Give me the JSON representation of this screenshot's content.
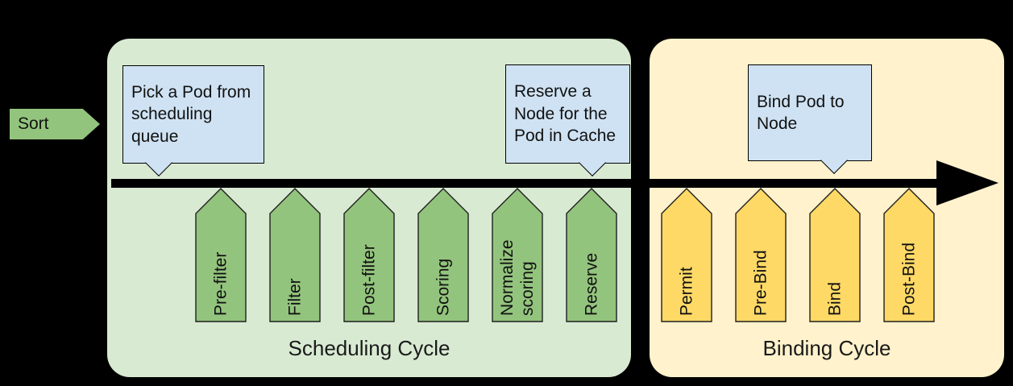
{
  "sort": {
    "label": "Sort"
  },
  "scheduling": {
    "label": "Scheduling Cycle",
    "steps": [
      "Pre-filter",
      "Filter",
      "Post-filter",
      "Scoring",
      "Normalize scoring",
      "Reserve"
    ]
  },
  "binding": {
    "label": "Binding Cycle",
    "steps": [
      "Permit",
      "Pre-Bind",
      "Bind",
      "Post-Bind"
    ]
  },
  "callouts": [
    {
      "lines": [
        "Pick a Pod from",
        "scheduling",
        "queue"
      ]
    },
    {
      "lines": [
        "Reserve a",
        "Node for the",
        "Pod in Cache"
      ]
    },
    {
      "lines": [
        "Bind Pod to",
        "Node"
      ]
    }
  ],
  "colors": {
    "background": "#000000",
    "scheduling_container": "#d9ead3",
    "scheduling_step": "#93c47d",
    "binding_container": "#fff2cc",
    "binding_step": "#ffd966",
    "callout": "#cfe2f3",
    "sort_arrow": "#93c47d",
    "timeline": "#000000"
  }
}
